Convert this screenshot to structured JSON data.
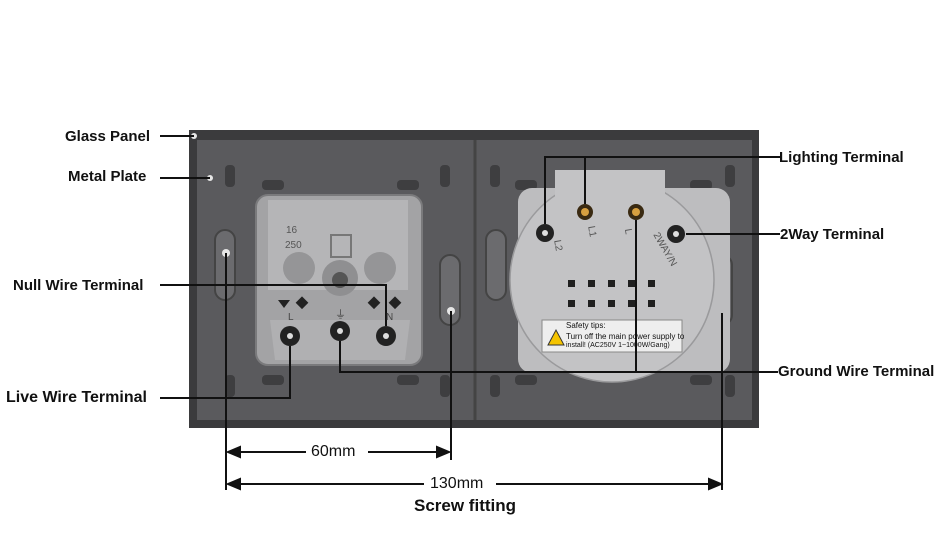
{
  "labels": {
    "glass_panel": "Glass Panel",
    "metal_plate": "Metal Plate",
    "null_wire": "Null Wire Terminal",
    "live_wire": "Live Wire Terminal",
    "lighting": "Lighting Terminal",
    "two_way": "2Way Terminal",
    "ground_wire": "Ground Wire Terminal"
  },
  "dimensions": {
    "socket_spacing": "60mm",
    "total_width": "130mm",
    "caption": "Screw fitting"
  },
  "socket_marks": {
    "rating_top": "16",
    "rating_bottom": "250",
    "live": "L",
    "null": "N",
    "ground": "⏚"
  },
  "switch_marks": {
    "l2": "L2",
    "l1": "L1",
    "l": "L",
    "two_way": "2WAY/N"
  },
  "safety": {
    "title": "Safety tips:",
    "line1": "Turn off the main power supply to",
    "line2": "install! (AC250V  1~1000W/Gang)"
  }
}
